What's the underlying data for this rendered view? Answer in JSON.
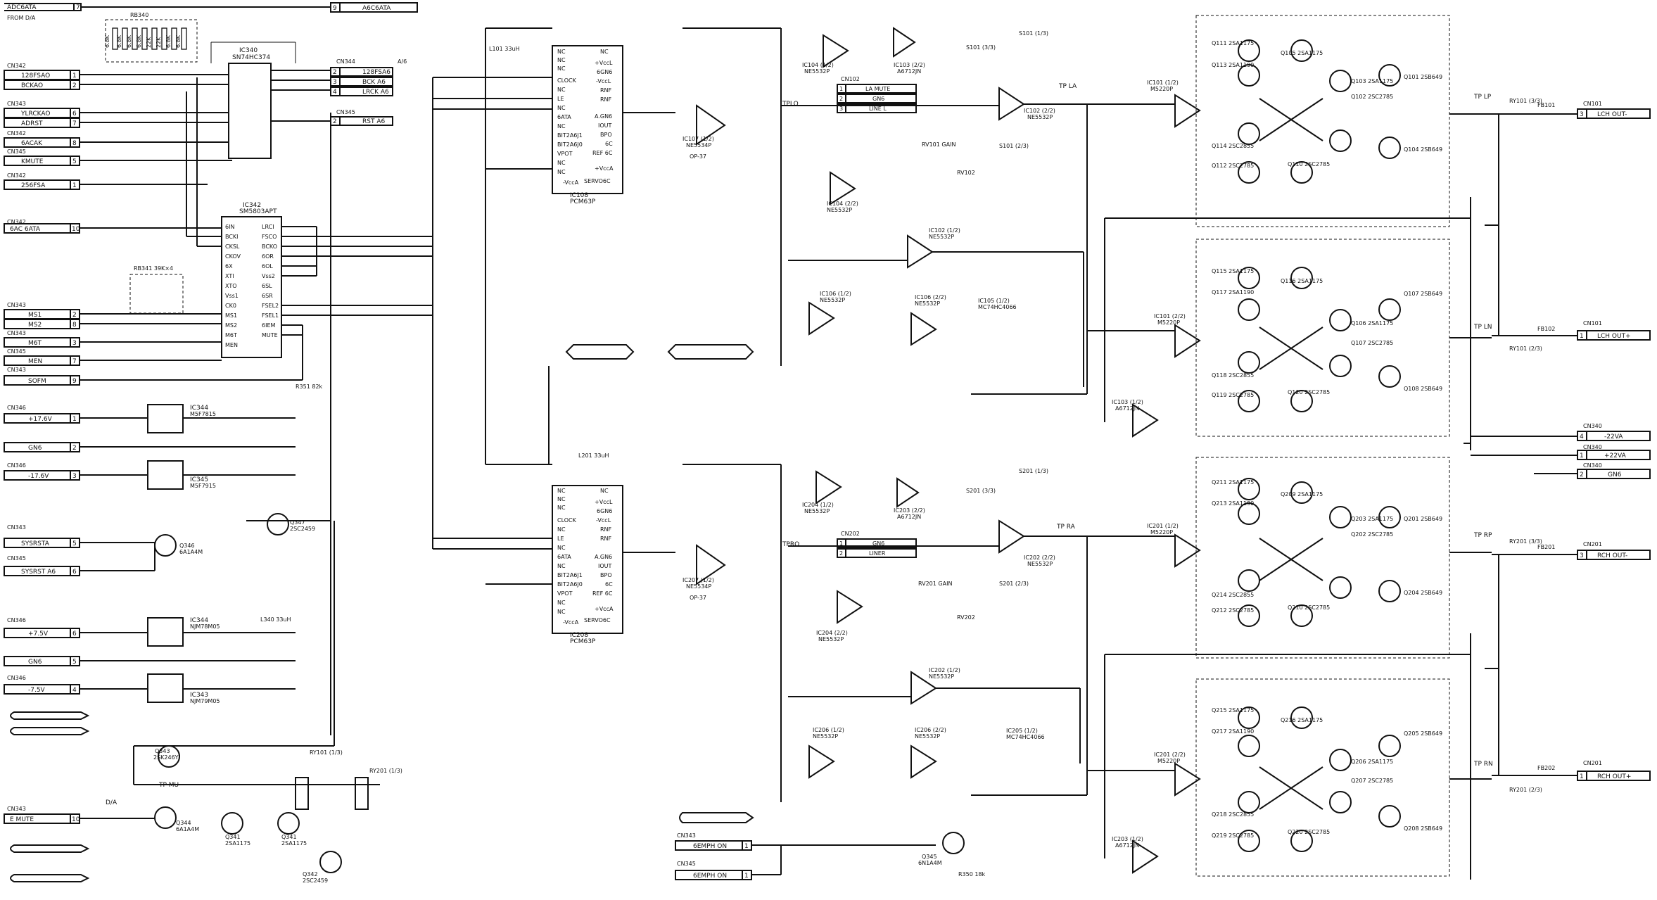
{
  "connectors_left": [
    {
      "cn": "",
      "label": "ADC6ATA",
      "pin": "7",
      "sub": "FROM D/A"
    },
    {
      "cn": "CN342",
      "label": "128FSAO",
      "pin": "1"
    },
    {
      "cn": "",
      "label": "BCKAO",
      "pin": "2"
    },
    {
      "cn": "CN343",
      "label": "YLRCKAO",
      "pin": "6"
    },
    {
      "cn": "",
      "label": "ADRST",
      "pin": "7"
    },
    {
      "cn": "CN342",
      "label": "6ACAK",
      "pin": "8"
    },
    {
      "cn": "CN345",
      "label": "KMUTE",
      "pin": "5"
    },
    {
      "cn": "CN342",
      "label": "256FSA",
      "pin": "1"
    },
    {
      "cn": "CN342",
      "label": "6AC 6ATA",
      "pin": "10"
    },
    {
      "cn": "CN343",
      "label": "MS1",
      "pin": "2"
    },
    {
      "cn": "",
      "label": "MS2",
      "pin": "8"
    },
    {
      "cn": "CN343",
      "label": "M6T",
      "pin": "3"
    },
    {
      "cn": "CN345",
      "label": "MEN",
      "pin": "7"
    },
    {
      "cn": "CN343",
      "label": "SOFM",
      "pin": "9"
    },
    {
      "cn": "CN346",
      "label": "+17.6V",
      "pin": "1"
    },
    {
      "cn": "",
      "label": "GN6",
      "pin": "2"
    },
    {
      "cn": "CN346",
      "label": "-17.6V",
      "pin": "3"
    },
    {
      "cn": "CN343",
      "label": "SYSRSTA",
      "pin": "5"
    },
    {
      "cn": "CN345",
      "label": "SYSRST A6",
      "pin": "6"
    },
    {
      "cn": "CN346",
      "label": "+7.5V",
      "pin": "6"
    },
    {
      "cn": "",
      "label": "GN6",
      "pin": "5"
    },
    {
      "cn": "CN346",
      "label": "-7.5V",
      "pin": "4"
    },
    {
      "cn": "CN343",
      "label": "E MUTE",
      "pin": "10"
    }
  ],
  "top_connector_out": {
    "pin": "9",
    "label": "A6C6ATA"
  },
  "cn344": {
    "title": "CN344",
    "subtitle": "A/6",
    "rows": [
      {
        "pin": "2",
        "label": "128FSA6"
      },
      {
        "pin": "3",
        "label": "BCK A6"
      },
      {
        "pin": "4",
        "label": "LRCK A6"
      }
    ]
  },
  "cn345_rst": {
    "title": "CN345",
    "pin": "2",
    "label": "RST A6"
  },
  "ics": {
    "ic340": {
      "name": "IC340",
      "part": "SN74HC374"
    },
    "ic342": {
      "name": "IC342",
      "part": "SM5803APT",
      "left": [
        "6IN",
        "BCKI",
        "CKSL",
        "CKOV",
        "6X",
        "XTI",
        "XTO",
        "Vss1",
        "CK0",
        "MS1",
        "MS2",
        "M6T",
        "MEN"
      ],
      "right": [
        "LRCI",
        "FSCO",
        "BCKO",
        "6OR",
        "6OL",
        "Vss2",
        "6SL",
        "6SR",
        "FSEL2",
        "FSEL1",
        "6IEM",
        "MUTE"
      ]
    },
    "ic344": {
      "name": "IC344",
      "part": "M5F7815"
    },
    "ic345": {
      "name": "IC345",
      "part": "M5F7915"
    },
    "ic346": {
      "name": "IC344",
      "part": "NJM78M05"
    },
    "ic347": {
      "name": "IC343",
      "part": "NJM79M05"
    },
    "ic108": {
      "name": "IC108",
      "part": "PCM63P"
    },
    "ic208": {
      "name": "IC208",
      "part": "PCM63P"
    },
    "pcm_pins_left": [
      "NC",
      "NC",
      "NC",
      "CLOCK",
      "NC",
      "LE",
      "NC",
      "6ATA",
      "NC",
      "BIT2A6J1",
      "BIT2A6J0",
      "VPOT",
      "NC",
      "NC",
      "-VccA"
    ],
    "pcm_pins_right": [
      "NC",
      "+VccL",
      "6GN6",
      "-VccL",
      "RNF",
      "RNF",
      "A.GN6",
      "IOUT",
      "BPO",
      "6C",
      "REF 6C",
      "SERVO6C",
      "+VccA"
    ],
    "ic107": {
      "name": "IC107 (1/2)",
      "part": "NE5534P",
      "note": "OP-37"
    },
    "ic207": {
      "name": "IC207 (1/2)",
      "part": "NE5534P",
      "note": "OP-37"
    },
    "ic104a": {
      "name": "IC104 (1/2)",
      "part": "NE5532P"
    },
    "ic104b": {
      "name": "IC104 (2/2)",
      "part": "NE5532P"
    },
    "ic103": {
      "name": "IC103 (2/2)",
      "part": "A6712JN"
    },
    "ic102": {
      "name": "IC102 (2/2)",
      "part": "NE5532P"
    },
    "ic102a": {
      "name": "IC102 (1/2)",
      "part": "NE5532P"
    },
    "ic106a": {
      "name": "IC106 (1/2)",
      "part": "NE5532P"
    },
    "ic106b": {
      "name": "IC106 (2/2)",
      "part": "NE5532P"
    },
    "ic105": {
      "name": "IC105 (1/2)",
      "part": "MC74HC4066"
    },
    "ic204a": {
      "name": "IC204 (1/2)",
      "part": "NE5532P"
    },
    "ic204b": {
      "name": "IC204 (2/2)",
      "part": "NE5532P"
    },
    "ic203": {
      "name": "IC203 (2/2)",
      "part": "A6712JN"
    },
    "ic202": {
      "name": "IC202 (2/2)",
      "part": "NE5532P"
    },
    "ic202a": {
      "name": "IC202 (1/2)",
      "part": "NE5532P"
    },
    "ic206a": {
      "name": "IC206 (1/2)",
      "part": "NE5532P"
    },
    "ic206b": {
      "name": "IC206 (2/2)",
      "part": "NE5532P"
    },
    "ic205": {
      "name": "IC205 (1/2)",
      "part": "MC74HC4066"
    },
    "ic101a": {
      "name": "IC101 (1/2)",
      "part": "M5220P"
    },
    "ic101b": {
      "name": "IC101 (2/2)",
      "part": "M5220P"
    },
    "ic103b": {
      "name": "IC103 (1/2)",
      "part": "A6712JN"
    },
    "ic201a": {
      "name": "IC201 (1/2)",
      "part": "M5220P"
    },
    "ic201b": {
      "name": "IC201 (2/2)",
      "part": "M5220P"
    },
    "ic203b": {
      "name": "IC203 (1/2)",
      "part": "A6712JN"
    }
  },
  "cn102": {
    "title": "CN102",
    "rows": [
      {
        "pin": "1",
        "label": "LA MUTE"
      },
      {
        "pin": "2",
        "label": "GN6"
      },
      {
        "pin": "3",
        "label": "LINE L"
      }
    ]
  },
  "cn202": {
    "title": "CN202",
    "rows": [
      {
        "pin": "1",
        "label": "GN6"
      },
      {
        "pin": "2",
        "label": "LINER"
      }
    ]
  },
  "cn343_bottom": [
    {
      "cn": "CN343",
      "label": "6EMPH ON",
      "pin": "1"
    },
    {
      "cn": "CN345",
      "label": "6EMPH ON",
      "pin": "1"
    }
  ],
  "outputs_right": [
    {
      "tp": "TP LP",
      "fb": "FB101",
      "cn": "CN101",
      "pin": "3",
      "label": "LCH OUT-"
    },
    {
      "tp": "TP LN",
      "fb": "FB102",
      "cn": "CN101",
      "pin": "1",
      "label": "LCH OUT+"
    },
    {
      "tp": "TP RP",
      "fb": "FB201",
      "cn": "CN201",
      "pin": "3",
      "label": "RCH OUT-"
    },
    {
      "tp": "TP RN",
      "fb": "FB202",
      "cn": "CN201",
      "pin": "1",
      "label": "RCH OUT+"
    }
  ],
  "power_right": [
    {
      "cn": "CN340",
      "pin": "4",
      "label": "-22VA"
    },
    {
      "cn": "CN340",
      "pin": "1",
      "label": "+22VA"
    },
    {
      "cn": "CN340",
      "pin": "2",
      "label": "GN6"
    }
  ],
  "relays": {
    "ry101": "RY101 (3/3)",
    "ry101b": "RY101 (2/3)",
    "ry201": "RY201 (3/3)",
    "ry201b": "RY201 (2/3)",
    "ry101c": "RY101 (1/3)",
    "ry201c": "RY201 (1/3)"
  },
  "testpoints": {
    "tpla": "TP LA",
    "tpra": "TP RA",
    "tplo": "TPLO",
    "tpro": "TPRO",
    "tpmu": "TP MU",
    "da": "D/A"
  },
  "transistors_amp": {
    "ch1": [
      "Q111 2SA1175",
      "Q113 2SA1190",
      "Q114 2SC2855",
      "Q112 2SC2785",
      "Q105 2SA1175",
      "Q103 2SA1175",
      "Q102 2SC2785",
      "Q110 2SC2785",
      "Q101 2SB649",
      "Q104 2SB649"
    ],
    "ch2": [
      "Q115 2SA1175",
      "Q117 2SA1190",
      "Q118 2SC2855",
      "Q119 2SC2785",
      "Q116 2SA1175",
      "Q106 2SA1175",
      "Q107 2SC2785",
      "Q120 2SC2785",
      "Q107 2SB649",
      "Q108 2SB649"
    ],
    "ch3": [
      "Q211 2SA1175",
      "Q213 2SA1190",
      "Q214 2SC2855",
      "Q212 2SC2785",
      "Q209 2SA1175",
      "Q203 2SA1175",
      "Q202 2SC2785",
      "Q210 2SC2785",
      "Q201 2SB649",
      "Q204 2SB649"
    ],
    "ch4": [
      "Q215 2SA1175",
      "Q217 2SA1190",
      "Q218 2SC2855",
      "Q219 2SC2785",
      "Q216 2SA1175",
      "Q206 2SA1175",
      "Q207 2SC2785",
      "Q220 2SC2785",
      "Q205 2SB649",
      "Q208 2SB649"
    ]
  },
  "misc_transistors": [
    {
      "ref": "Q346",
      "part": "6A1A4M"
    },
    {
      "ref": "Q347",
      "part": "2SC2459"
    },
    {
      "ref": "Q343",
      "part": "2SK246Y"
    },
    {
      "ref": "Q344",
      "part": "6A1A4M"
    },
    {
      "ref": "Q341",
      "part": "2SA1175"
    },
    {
      "ref": "Q341",
      "part": "2SA1175"
    },
    {
      "ref": "Q342",
      "part": "2SC2459"
    },
    {
      "ref": "Q345",
      "part": "6N1A4M"
    }
  ],
  "labels_misc": {
    "rb340": "RB340",
    "rb341": "RB341 39K×4",
    "l101": "L101 33uH",
    "l201": "L201 33uH",
    "l340": "L340 33uH",
    "s101a": "S101 (3/3)",
    "s101b": "S101 (1/3)",
    "s101c": "S101 (2/3)",
    "s201a": "S201 (3/3)",
    "s201b": "S201 (1/3)",
    "s201c": "S201 (2/3)",
    "rv101": "RV101 GAIN",
    "rv201": "RV201 GAIN",
    "rv102": "RV102",
    "rv202": "RV202",
    "r351": "R351 82k",
    "r350": "R350 18k",
    "resist_values": [
      "6.8K",
      "6.8K",
      "6.8K",
      "6.8K",
      "22K",
      "22K",
      "6.8K",
      "6.8K"
    ]
  }
}
